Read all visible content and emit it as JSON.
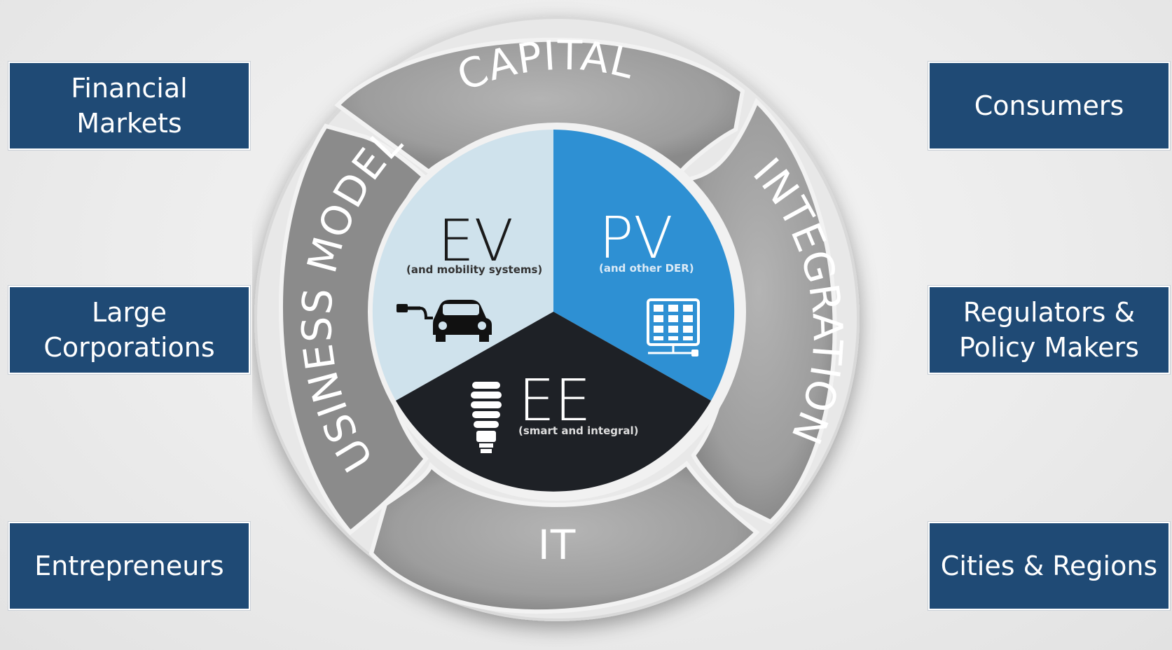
{
  "stakeholders": {
    "left": [
      {
        "label": "Financial\nMarkets"
      },
      {
        "label": "Large\nCorporations"
      },
      {
        "label": "Entrepreneurs"
      }
    ],
    "right": [
      {
        "label": "Consumers"
      },
      {
        "label": "Regulators &\nPolicy Makers"
      },
      {
        "label": "Cities & Regions"
      }
    ]
  },
  "ring": {
    "capital": "CAPITAL",
    "integration": "INTEGRATION",
    "it": "IT",
    "business_models": "BUSINESS MODELS"
  },
  "pie": {
    "ev": {
      "title": "EV",
      "subtitle": "(and mobility systems)"
    },
    "pv": {
      "title": "PV",
      "subtitle": "(and other DER)"
    },
    "ee": {
      "title": "EE",
      "subtitle": "(smart and integral)"
    }
  },
  "colors": {
    "box": "#1f4a75",
    "ring": "#9a9a9a",
    "ev_sector": "#cfe2ec",
    "pv_sector": "#2e90d3",
    "ee_sector": "#1e2126"
  },
  "icons": {
    "ev": "car-with-plug-icon",
    "pv": "solar-panel-icon",
    "ee": "light-bulb-icon"
  }
}
